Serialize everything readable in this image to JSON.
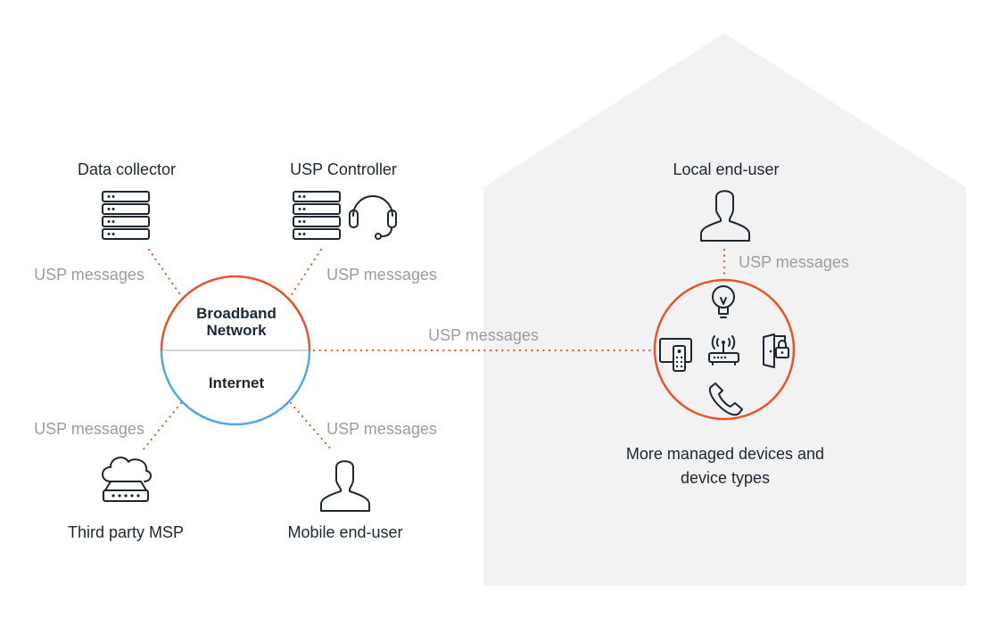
{
  "nodes": {
    "data_collector": "Data collector",
    "usp_controller": "USP Controller",
    "third_party_msp": "Third party MSP",
    "mobile_end_user": "Mobile end-user",
    "local_end_user": "Local end-user",
    "managed_devices_line1": "More managed devices and",
    "managed_devices_line2": "device types"
  },
  "hub": {
    "top_line1": "Broadband",
    "top_line2": "Network",
    "bottom": "Internet"
  },
  "edges": {
    "msg_data_collector": "USP messages",
    "msg_usp_controller": "USP messages",
    "msg_third_party": "USP messages",
    "msg_mobile_user": "USP messages",
    "msg_local_user": "USP messages",
    "msg_home_link": "USP messages"
  },
  "colors": {
    "accent_orange": "#e8532a",
    "accent_blue": "#4fa8e8",
    "house_background": "#f2f2f2",
    "text_dark": "#1c2733",
    "text_gray": "#9a9ca0"
  },
  "icons": [
    "server-icon",
    "headset-icon",
    "cloud-router-icon",
    "user-icon",
    "lightbulb-icon",
    "tv-remote-icon",
    "router-icon",
    "door-lock-icon",
    "phone-icon"
  ]
}
